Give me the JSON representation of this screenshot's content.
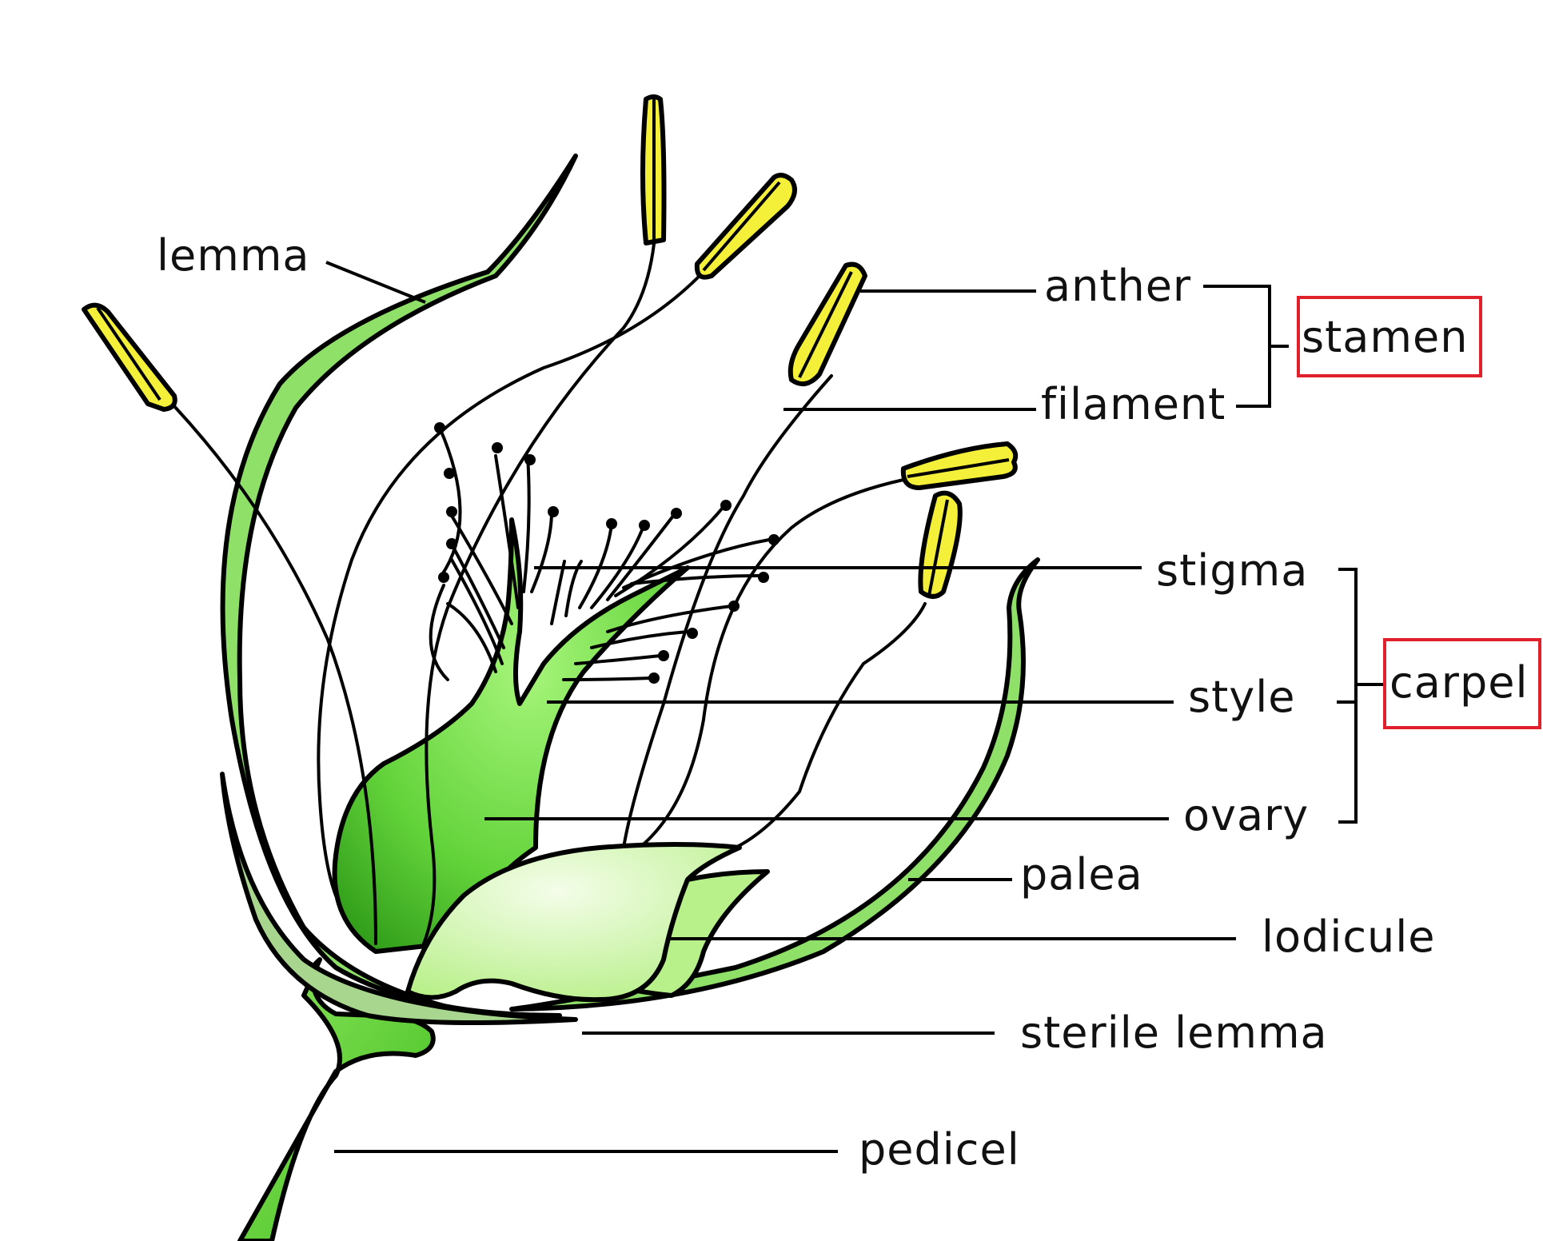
{
  "labels": {
    "lemma": "lemma",
    "anther": "anther",
    "filament": "filament",
    "stamen": "stamen",
    "stigma": "stigma",
    "style": "style",
    "ovary": "ovary",
    "carpel": "carpel",
    "palea": "palea",
    "lodicule": "lodicule",
    "sterile_lemma": "sterile lemma",
    "pedicel": "pedicel"
  },
  "colors": {
    "green": "#66d63a",
    "light_green": "#b8f08a",
    "yellow": "#f4f03a",
    "highlight_box": "#e0202a",
    "line": "#000000"
  }
}
